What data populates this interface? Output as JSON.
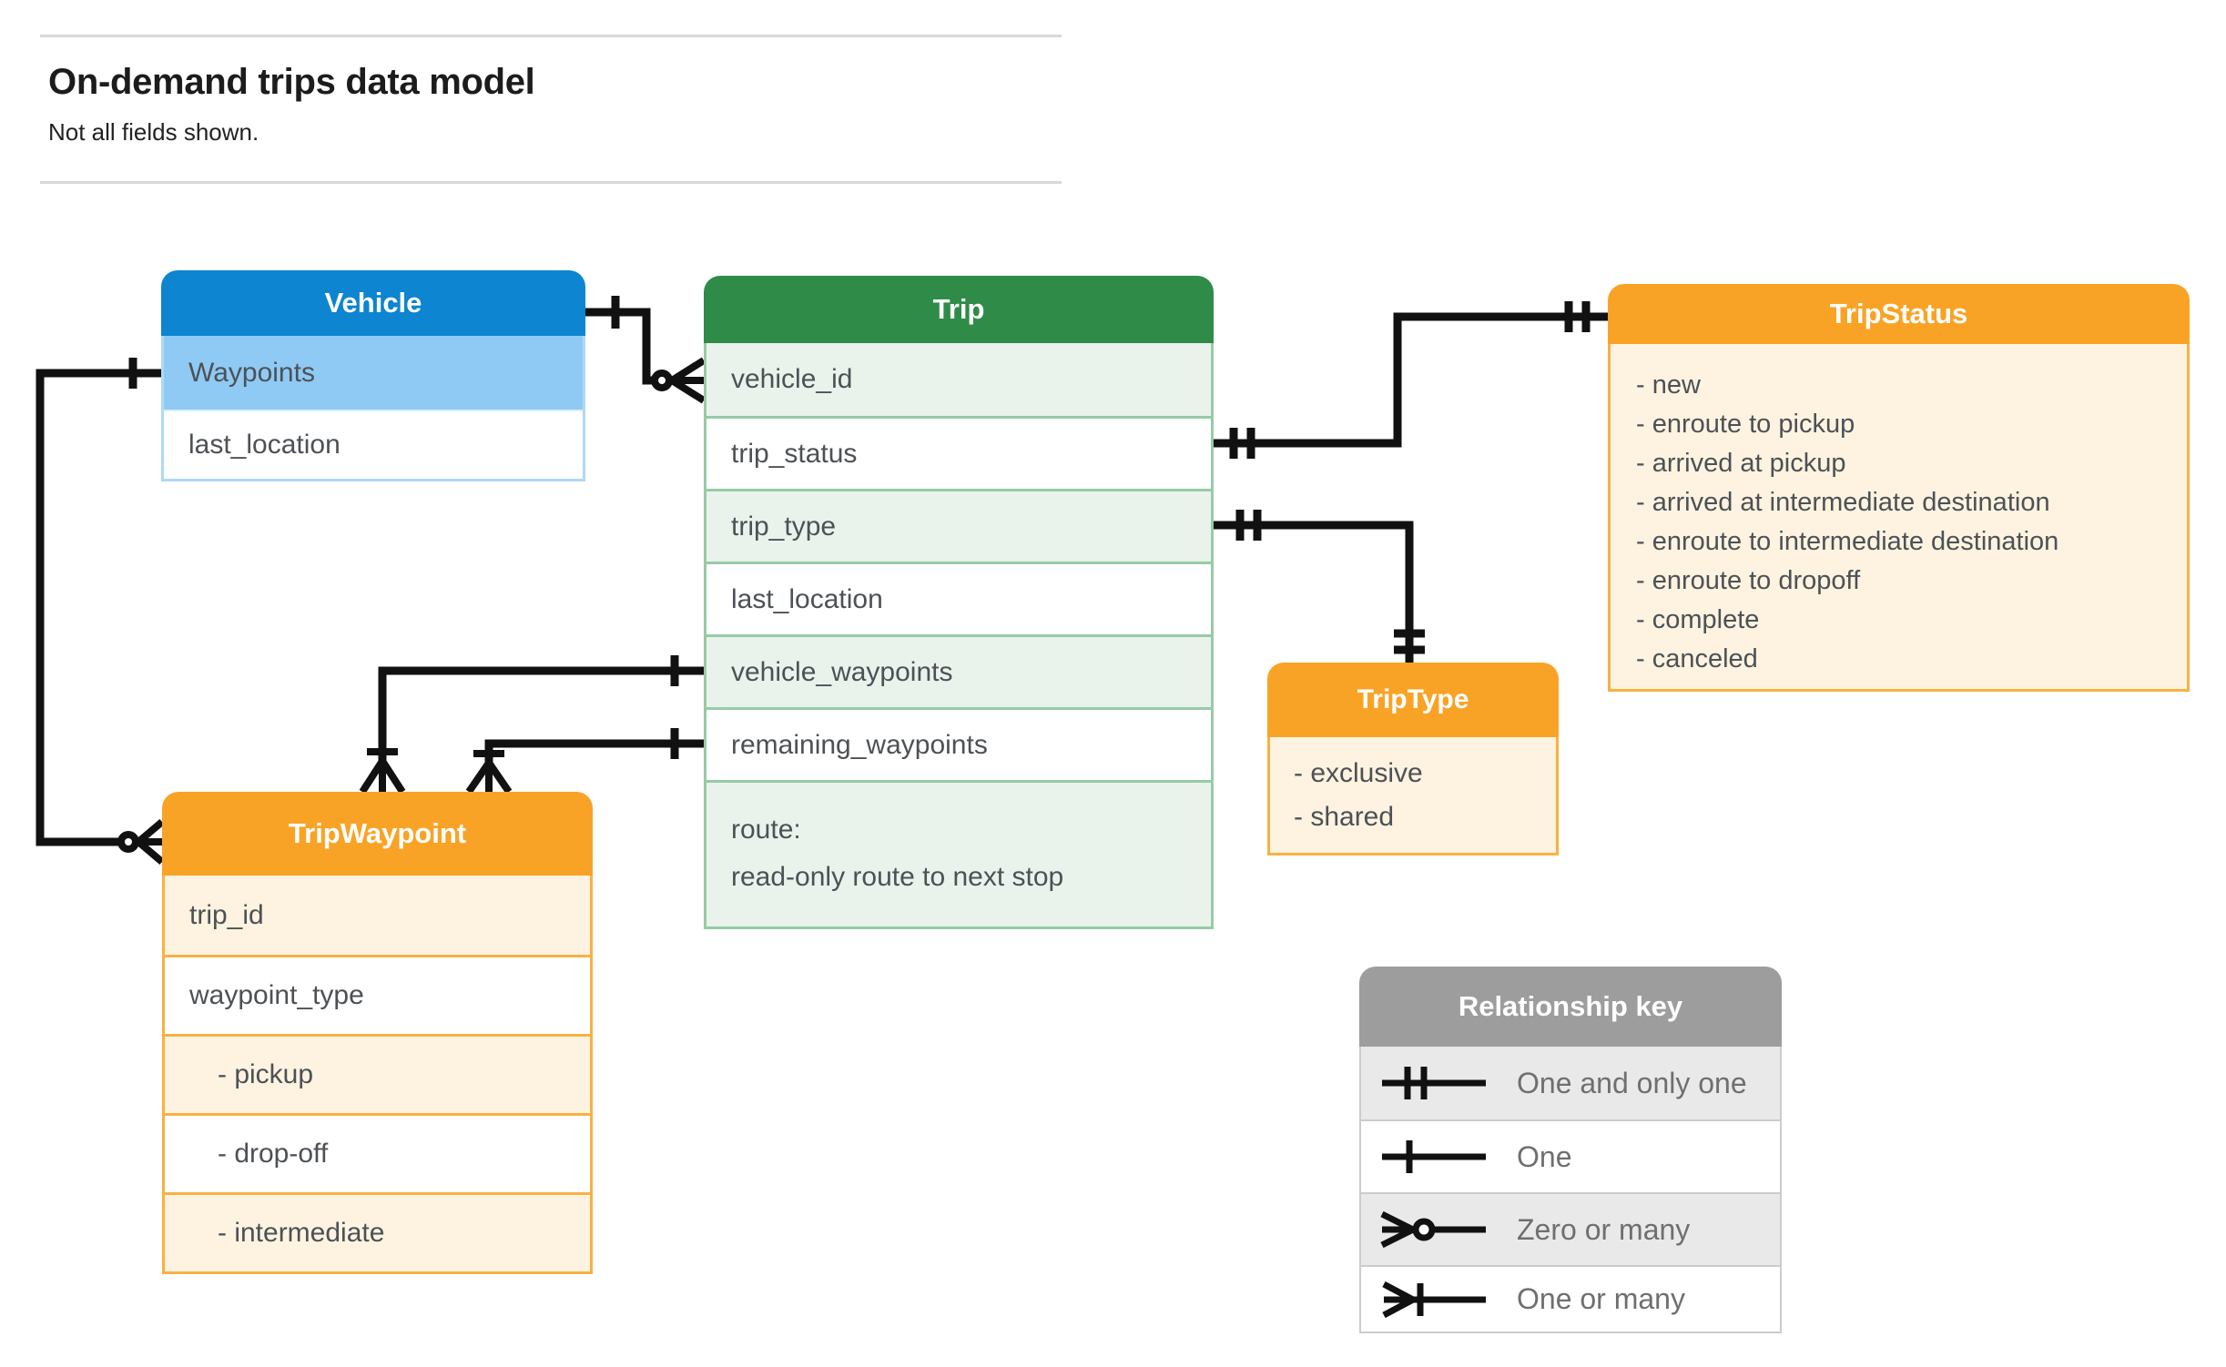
{
  "page": {
    "title": "On-demand trips data model",
    "subtitle": "Not all fields shown."
  },
  "colors": {
    "vehicle_header": "#0d85d0",
    "vehicle_row_highlight": "#8ecaf4",
    "trip_header": "#2e8c48",
    "trip_row_tint": "#e9f3eb",
    "enum_header_orange": "#f9a326",
    "enum_body_cream": "#fdf3e0",
    "legend_header_gray": "#9d9d9d",
    "legend_row_tint": "#e9e9e9",
    "connector_black": "#111111",
    "field_text": "#4d5156"
  },
  "entities": {
    "vehicle": {
      "title": "Vehicle",
      "fields": [
        "Waypoints",
        "last_location"
      ]
    },
    "trip": {
      "title": "Trip",
      "fields": [
        "vehicle_id",
        "trip_status",
        "trip_type",
        "last_location",
        "vehicle_waypoints",
        "remaining_waypoints"
      ],
      "route_title": "route:",
      "route_desc": "read-only route to next stop"
    },
    "trip_waypoint": {
      "title": "TripWaypoint",
      "fields": [
        "trip_id",
        "waypoint_type"
      ],
      "enum_values": [
        "- pickup",
        "- drop-off",
        "- intermediate"
      ]
    },
    "trip_type": {
      "title": "TripType",
      "enum_values": [
        "- exclusive",
        "- shared"
      ]
    },
    "trip_status": {
      "title": "TripStatus",
      "enum_values": [
        "- new",
        "- enroute to pickup",
        "- arrived at pickup",
        "- arrived at intermediate destination",
        "- enroute to intermediate destination",
        "- enroute to dropoff",
        "- complete",
        "- canceled"
      ]
    }
  },
  "legend": {
    "title": "Relationship key",
    "rows": [
      {
        "symbol": "one-and-only-one",
        "label": "One and only one"
      },
      {
        "symbol": "one",
        "label": "One"
      },
      {
        "symbol": "zero-or-many",
        "label": "Zero or many"
      },
      {
        "symbol": "one-or-many",
        "label": "One or many"
      }
    ]
  }
}
